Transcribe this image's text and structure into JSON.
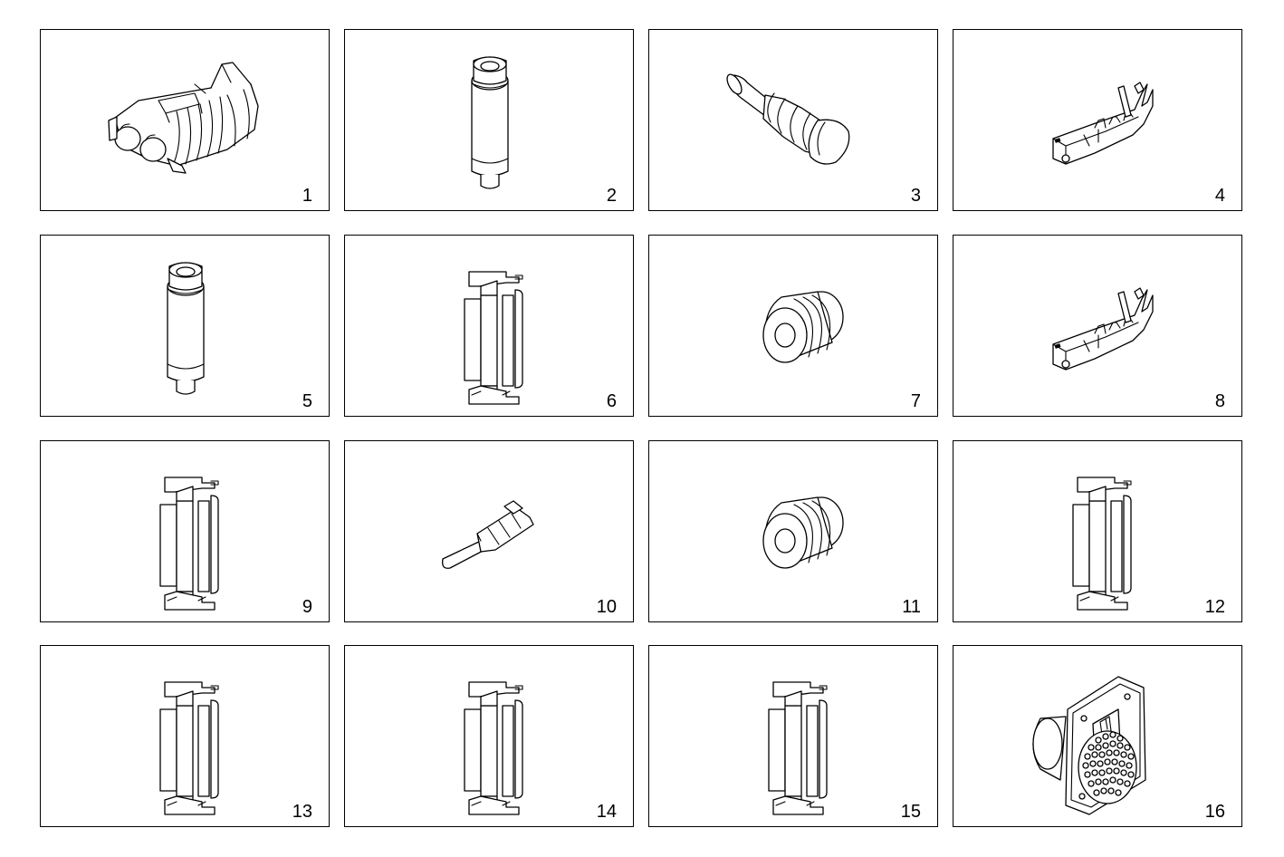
{
  "items": [
    {
      "label": "1",
      "icon": "two-way-connector-housing-icon"
    },
    {
      "label": "2",
      "icon": "cable-seal-long-icon"
    },
    {
      "label": "3",
      "icon": "blind-plug-icon"
    },
    {
      "label": "4",
      "icon": "crimp-terminal-female-icon"
    },
    {
      "label": "5",
      "icon": "cable-seal-long-icon"
    },
    {
      "label": "6",
      "icon": "locking-clip-icon"
    },
    {
      "label": "7",
      "icon": "single-wire-seal-icon"
    },
    {
      "label": "8",
      "icon": "crimp-terminal-female-icon"
    },
    {
      "label": "9",
      "icon": "locking-clip-icon"
    },
    {
      "label": "10",
      "icon": "flat-blade-terminal-icon"
    },
    {
      "label": "11",
      "icon": "single-wire-seal-icon"
    },
    {
      "label": "12",
      "icon": "locking-clip-icon"
    },
    {
      "label": "13",
      "icon": "locking-clip-icon"
    },
    {
      "label": "14",
      "icon": "locking-clip-icon"
    },
    {
      "label": "15",
      "icon": "locking-clip-icon"
    },
    {
      "label": "16",
      "icon": "round-multipin-connector-icon"
    }
  ]
}
